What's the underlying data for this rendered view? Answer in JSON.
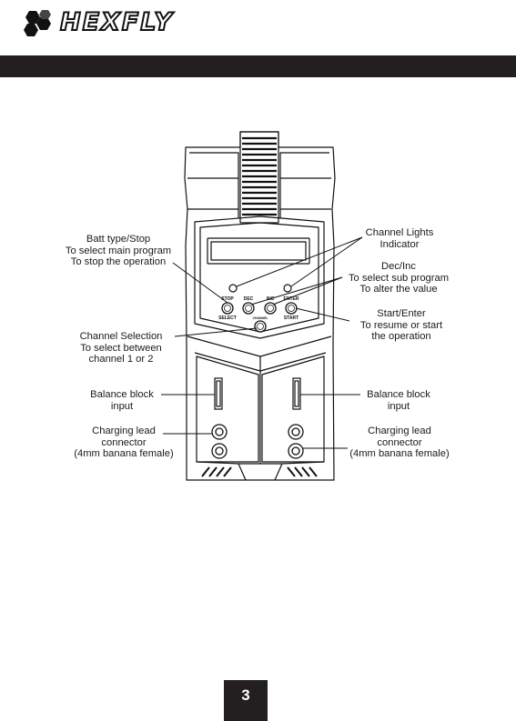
{
  "brand": {
    "name": "HEXFLY"
  },
  "device_labels": {
    "stop": "STOP",
    "select": "SELECT",
    "dec": "DEC",
    "inc": "INC",
    "enter": "ENTER",
    "start": "START",
    "channel": "CHANNEL"
  },
  "callouts": {
    "batt_type": [
      "Batt type/Stop",
      "To select main program",
      "To stop the operation"
    ],
    "channel_lights": [
      "Channel Lights",
      "Indicator"
    ],
    "dec_inc": [
      "Dec/Inc",
      "To select sub program",
      "To alter the value"
    ],
    "start_enter": [
      "Start/Enter",
      "To resume or start",
      "the operation"
    ],
    "channel_selection": [
      "Channel Selection",
      "To select between",
      "channel 1 or 2"
    ],
    "balance_left": [
      "Balance block",
      "input"
    ],
    "balance_right": [
      "Balance block",
      "input"
    ],
    "charging_left": [
      "Charging lead",
      "connector",
      "(4mm banana female)"
    ],
    "charging_right": [
      "Charging lead",
      "connector",
      "(4mm banana female)"
    ]
  },
  "footer": {
    "page_number": "3"
  },
  "colors": {
    "bar": "#231f20",
    "ink": "#1a1a1a",
    "background": "#ffffff"
  }
}
